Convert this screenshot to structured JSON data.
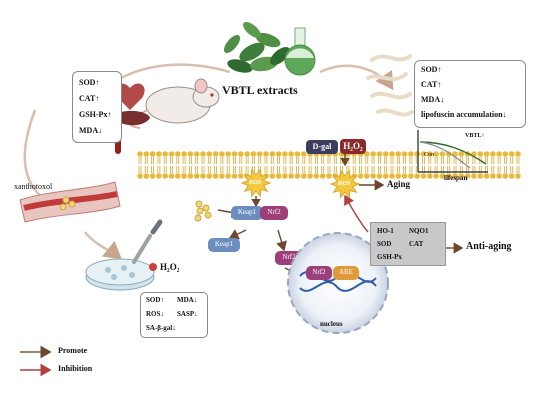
{
  "title": "VBTL extracts",
  "mouse_markers": [
    "SOD↑",
    "CAT↑",
    "GSH-Px↑",
    "MDA↓"
  ],
  "worm_markers": [
    "SOD↑",
    "CAT↑",
    "MDA↓",
    "lipofuscin accumulation↓"
  ],
  "lifespan_chart": {
    "series_top": "VBTL↑",
    "series_bottom": "Con",
    "xlabel": "lifespan"
  },
  "compound": "xanthotoxol",
  "membrane_inputs": {
    "dgal": "D-gal",
    "h2o2": "H₂O₂"
  },
  "ros_label": "ROS",
  "aging_label": "Aging",
  "pathway": {
    "keap1": "Keap1",
    "nrf2": "Nrf2",
    "are": "ARE",
    "nucleus": "nucleus"
  },
  "genes": [
    "HO-1",
    "NQO1",
    "SOD",
    "CAT",
    "GSH-Px"
  ],
  "anti_aging": "Anti-aging",
  "dish_h2o2": "H₂O₂",
  "cell_markers": [
    "SOD↑",
    "MDA↓",
    "ROS↓",
    "SASP↓",
    "SA-β-gal↓"
  ],
  "legend": [
    {
      "label": "Promote",
      "color": "#8b5a3c"
    },
    {
      "label": "Inhibition",
      "color": "#b0413e"
    }
  ],
  "colors": {
    "membrane": "#e8b93a",
    "ros_burst": "#f5c842",
    "keap1": "#6c8ebf",
    "nrf2": "#9c3f7a",
    "are": "#e09a3a",
    "dna": "#2f5fa8",
    "gene_box": "#c8c8c8",
    "arrow": "#b98b6e"
  }
}
